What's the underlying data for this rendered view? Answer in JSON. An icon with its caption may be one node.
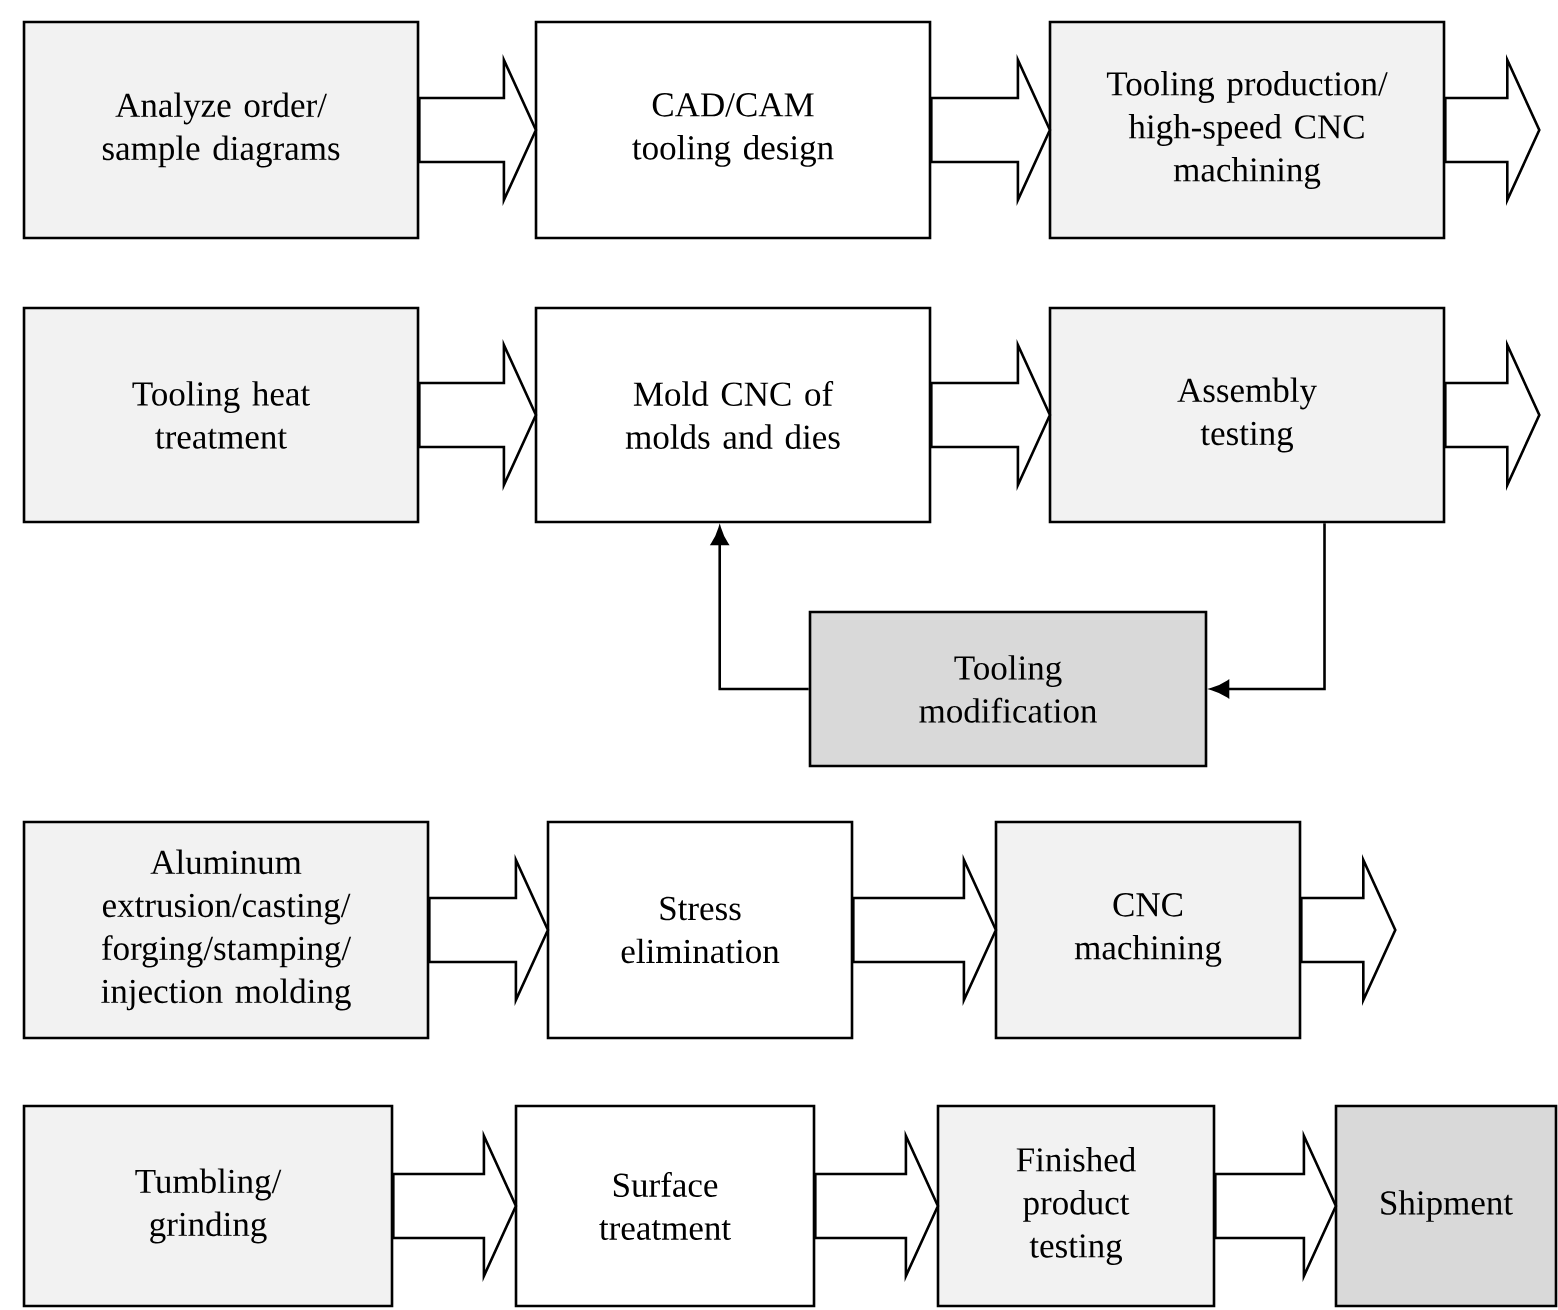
{
  "diagram": {
    "nodes": [
      {
        "text": [
          "Analyze order/ sample diagrams"
        ]
      },
      {
        "text": [
          "CAD/CAM tooling design"
        ]
      },
      {
        "text": [
          "Tooling production/ high-speed CNC machining"
        ]
      },
      {
        "text": [
          "Tooling heat treatment"
        ]
      },
      {
        "text": [
          "Mold CNC of molds and dies"
        ]
      },
      {
        "text": [
          "Assembly testing"
        ]
      },
      {
        "text": [
          "Tooling modification"
        ]
      },
      {
        "text": [
          "Aluminum extrusion/casting/forging/stamping/ injection molding"
        ]
      },
      {
        "text": [
          "Stress elimination"
        ]
      },
      {
        "text": [
          "CNC machining"
        ]
      },
      {
        "text": [
          "Tumbling/ grinding"
        ]
      },
      {
        "text": [
          "Surface treatment"
        ]
      },
      {
        "text": [
          "Finished product testing"
        ]
      },
      {
        "text": [
          "Shipment"
        ]
      }
    ],
    "edges": [
      {
        "from": 0,
        "to": 1,
        "arrow": "to"
      },
      {
        "from": 1,
        "to": 2,
        "arrow": "to"
      },
      {
        "from": 2,
        "to": null,
        "arrow": "to"
      },
      {
        "from": 3,
        "to": 4,
        "arrow": "to"
      },
      {
        "from": 4,
        "to": 5,
        "arrow": "to"
      },
      {
        "from": 5,
        "to": null,
        "arrow": "to"
      },
      {
        "from": 5,
        "to": 6,
        "arrow": "to"
      },
      {
        "from": 6,
        "to": 4,
        "arrow": "to"
      },
      {
        "from": 7,
        "to": 8,
        "arrow": "to"
      },
      {
        "from": 8,
        "to": 9,
        "arrow": "to"
      },
      {
        "from": 9,
        "to": null,
        "arrow": "to"
      },
      {
        "from": 10,
        "to": 11,
        "arrow": "to"
      },
      {
        "from": 11,
        "to": 12,
        "arrow": "to"
      },
      {
        "from": 12,
        "to": 13,
        "arrow": "to"
      }
    ]
  }
}
